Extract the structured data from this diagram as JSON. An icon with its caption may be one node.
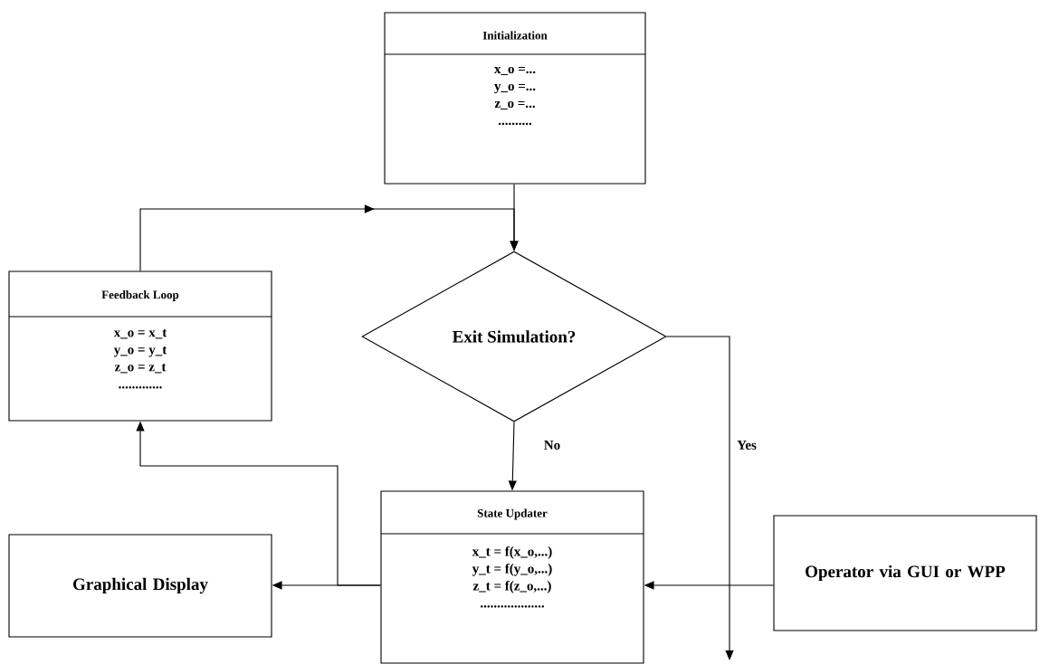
{
  "diagram": {
    "nodes": [
      {
        "text": [
          "Initialization",
          "x_o =...",
          "y_o =...",
          "z_o =...",
          ".........."
        ]
      },
      {
        "text": [
          "Feedback Loop",
          "x_o = x_t",
          "y_o = y_t",
          "z_o = z_t",
          "............."
        ]
      },
      {
        "text": [
          "Exit Simulation?"
        ]
      },
      {
        "text": [
          "State Updater",
          "x_t = f(x_o,...)",
          "y_t = f(y_o,...)",
          "z_t = f(z_o,...)",
          "..................."
        ]
      },
      {
        "text": [
          "Graphical Display"
        ]
      },
      {
        "text": [
          "Operator via GUI or WPP"
        ]
      }
    ],
    "edges": [
      {
        "from": 0,
        "to": 2,
        "arrow": "to"
      },
      {
        "from": 1,
        "to": 2,
        "arrow": "to"
      },
      {
        "from": 2,
        "to": 3,
        "arrow": "to",
        "label": "No"
      },
      {
        "from": 2,
        "to": null,
        "arrow": "to",
        "label": "Yes"
      },
      {
        "from": 3,
        "to": 4,
        "arrow": "to"
      },
      {
        "from": 3,
        "to": 1,
        "arrow": "to"
      },
      {
        "from": 5,
        "to": 3,
        "arrow": "to"
      }
    ]
  }
}
